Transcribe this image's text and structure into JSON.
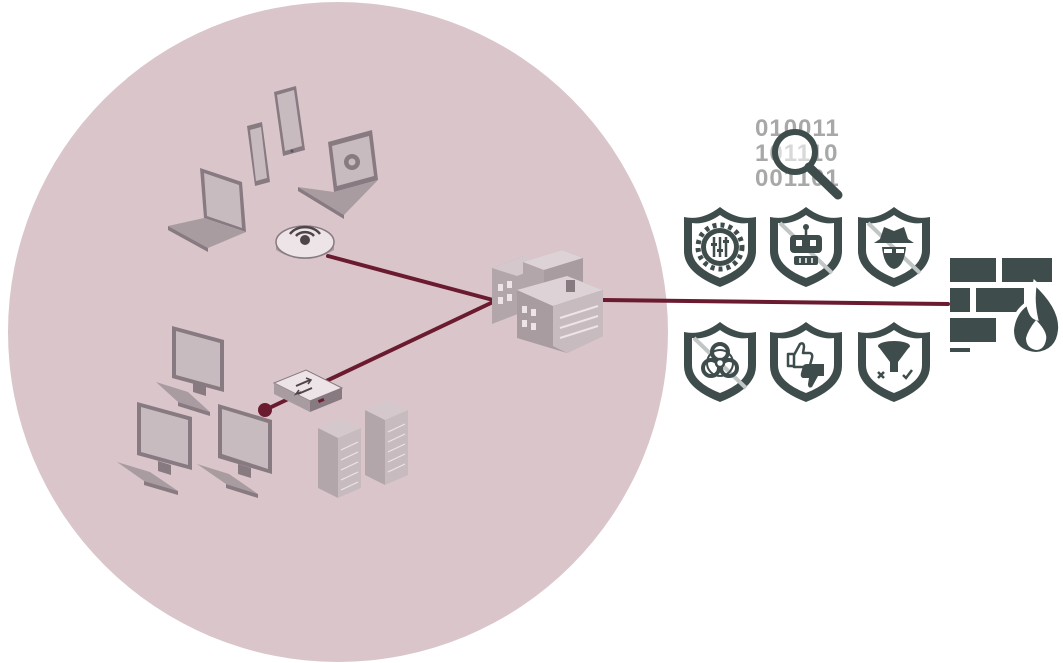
{
  "colors": {
    "zone_fill": "#d9c5ca",
    "link": "#6b1b30",
    "device_light": "#c8bbbf",
    "device_mid": "#a99ca1",
    "device_dark": "#877a80",
    "shield": "#3e4d4c",
    "firewall": "#3e4d4c",
    "bits": "#a8a8a8"
  },
  "inspection": {
    "bit_rows": [
      "010011",
      "101110",
      "001101"
    ],
    "icon": "magnifier-icon"
  },
  "shields": [
    {
      "name": "settings-shield-icon",
      "symbol": "sliders"
    },
    {
      "name": "bot-shield-icon",
      "symbol": "robot"
    },
    {
      "name": "spy-shield-icon",
      "symbol": "spy"
    },
    {
      "name": "biohazard-shield-icon",
      "symbol": "biohazard"
    },
    {
      "name": "reputation-shield-icon",
      "symbol": "thumbs"
    },
    {
      "name": "filter-shield-icon",
      "symbol": "funnel"
    }
  ],
  "nodes": [
    {
      "name": "phone-icon"
    },
    {
      "name": "tablet-icon"
    },
    {
      "name": "laptop-icon"
    },
    {
      "name": "laptop-browser-icon"
    },
    {
      "name": "wireless-access-point-icon"
    },
    {
      "name": "network-switch-icon"
    },
    {
      "name": "desktop-computer-icon"
    },
    {
      "name": "server-rack-icon"
    },
    {
      "name": "office-building-icon"
    },
    {
      "name": "firewall-icon"
    }
  ]
}
